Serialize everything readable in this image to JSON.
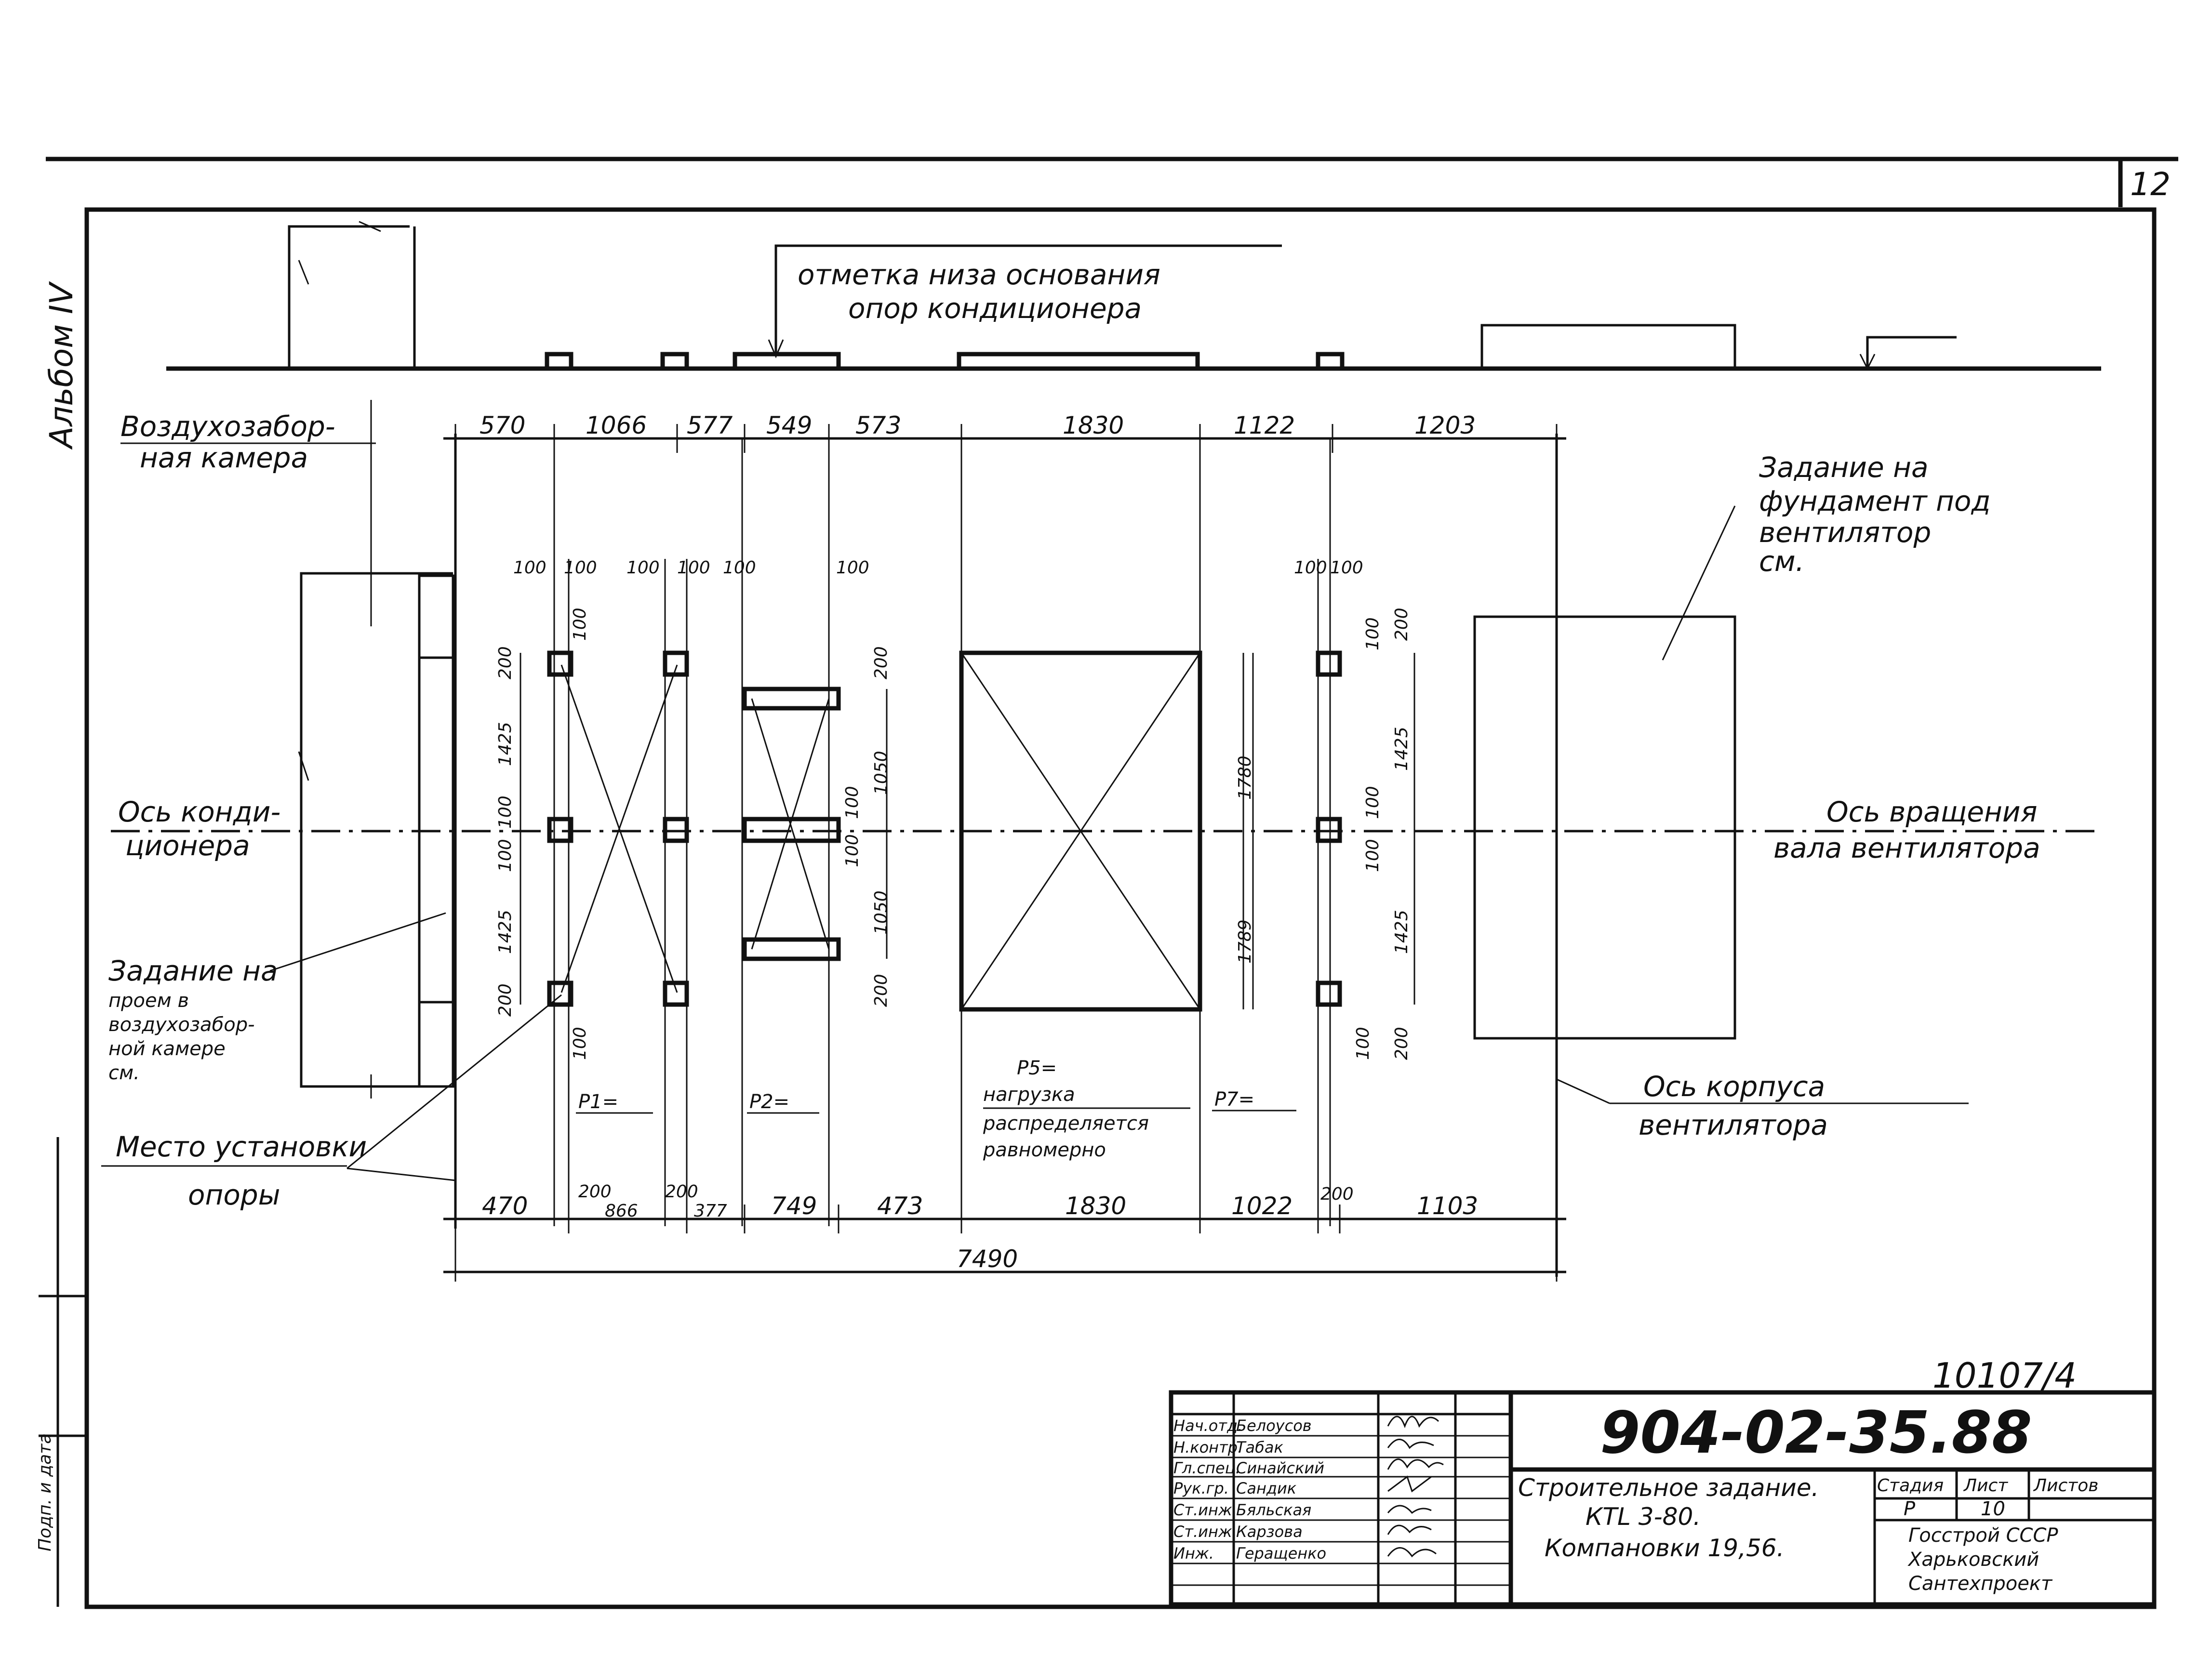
{
  "sheet_number": "12",
  "album": "Альбом IV",
  "side_stamp": "Подп. и дата",
  "drawing_number": "10107/4",
  "labels": {
    "base_mark_1": "отметка низа основания",
    "base_mark_2": "опор кондиционера",
    "intake_1": "Воздухозабор-",
    "intake_2": "ная камера",
    "fan_task_1": "Задание на",
    "fan_task_2": "фундамент под",
    "fan_task_3": "вентилятор",
    "fan_task_4": "см.",
    "ac_axis_1": "Ось конди-",
    "ac_axis_2": "ционера",
    "rot_axis_1": "Ось вращения",
    "rot_axis_2": "вала вентилятора",
    "opening_1": "Задание на",
    "opening_2": "проем в",
    "opening_3": "воздухозабор-",
    "opening_4": "ной камере",
    "opening_5": "см.",
    "support_1": "Место установки",
    "support_2": "опоры",
    "housing_1": "Ось корпуса",
    "housing_2": "вентилятора",
    "p1": "P1=",
    "p2": "P2=",
    "p5": "P5=",
    "p7": "P7=",
    "load_1": "нагрузка",
    "load_2": "распределяется",
    "load_3": "равномерно"
  },
  "dims_top": [
    "570",
    "1066",
    "577",
    "549",
    "573",
    "1830",
    "1122",
    "1203"
  ],
  "dims_bottom": [
    "470",
    "200",
    "866",
    "200",
    "377",
    "749",
    "473",
    "1830",
    "1022",
    "200",
    "1103"
  ],
  "dims_total": "7490",
  "dims_small": {
    "h100": "100",
    "v200": "200",
    "v1425": "1425",
    "v1050": "1050",
    "v1780": "1780",
    "v1789": "1789"
  },
  "title_block": {
    "code": "904-02-35.88",
    "title_1": "Строительное задание.",
    "title_2": "КТL 3-80.",
    "title_3": "Компановки 19,56.",
    "stage_header": "Стадия",
    "sheet_header": "Лист",
    "sheets_header": "Листов",
    "stage": "Р",
    "sheet": "10",
    "org_1": "Госстрой СССР",
    "org_2": "Харьковский",
    "org_3": "Сантехпроект",
    "roles": [
      "Нач.отд.",
      "Н.контр.",
      "Гл.спец.",
      "Рук.гр.",
      "Ст.инж.",
      "Ст.инж.",
      "Инж."
    ],
    "names": [
      "Белоусов",
      "Табак",
      "Синайский",
      "Сандик",
      "Бяльская",
      "Карзова",
      "Геращенко"
    ]
  }
}
